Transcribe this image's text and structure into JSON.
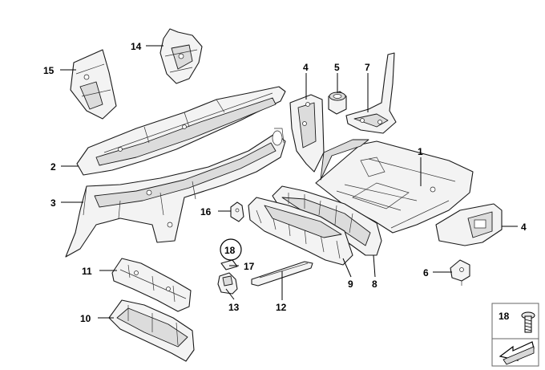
{
  "callouts": {
    "c1": "1",
    "c2": "2",
    "c3": "3",
    "c4a": "4",
    "c4b": "4",
    "c5": "5",
    "c6": "6",
    "c7": "7",
    "c8": "8",
    "c9": "9",
    "c10": "10",
    "c11": "11",
    "c12": "12",
    "c13": "13",
    "c14": "14",
    "c15": "15",
    "c16": "16",
    "c17": "17",
    "c18": "18"
  },
  "legend": {
    "screw_number": "18"
  },
  "colors": {
    "line": "#1a1a1a",
    "fill": "#f3f3f3",
    "shade": "#dcdcdc"
  }
}
